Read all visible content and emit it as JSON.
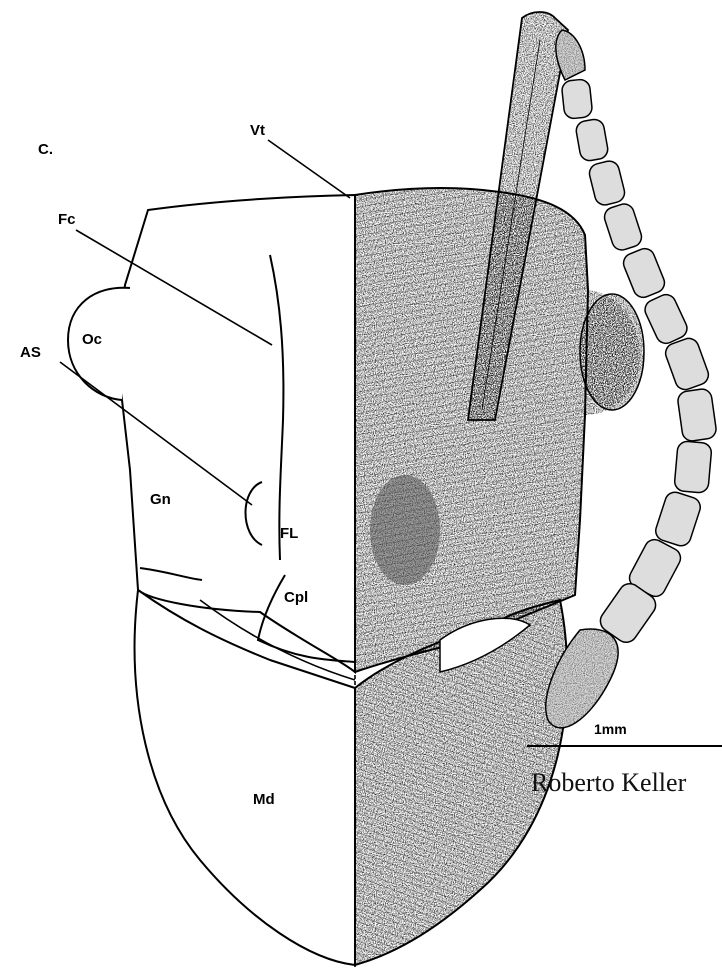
{
  "figure_label": "C.",
  "labels": {
    "vt": "Vt",
    "fc": "Fc",
    "oc": "Oc",
    "as": "AS",
    "gn": "Gn",
    "fl": "FL",
    "cpl": "Cpl",
    "md": "Md"
  },
  "scale_bar": "1mm",
  "credit": "Roberto Keller"
}
